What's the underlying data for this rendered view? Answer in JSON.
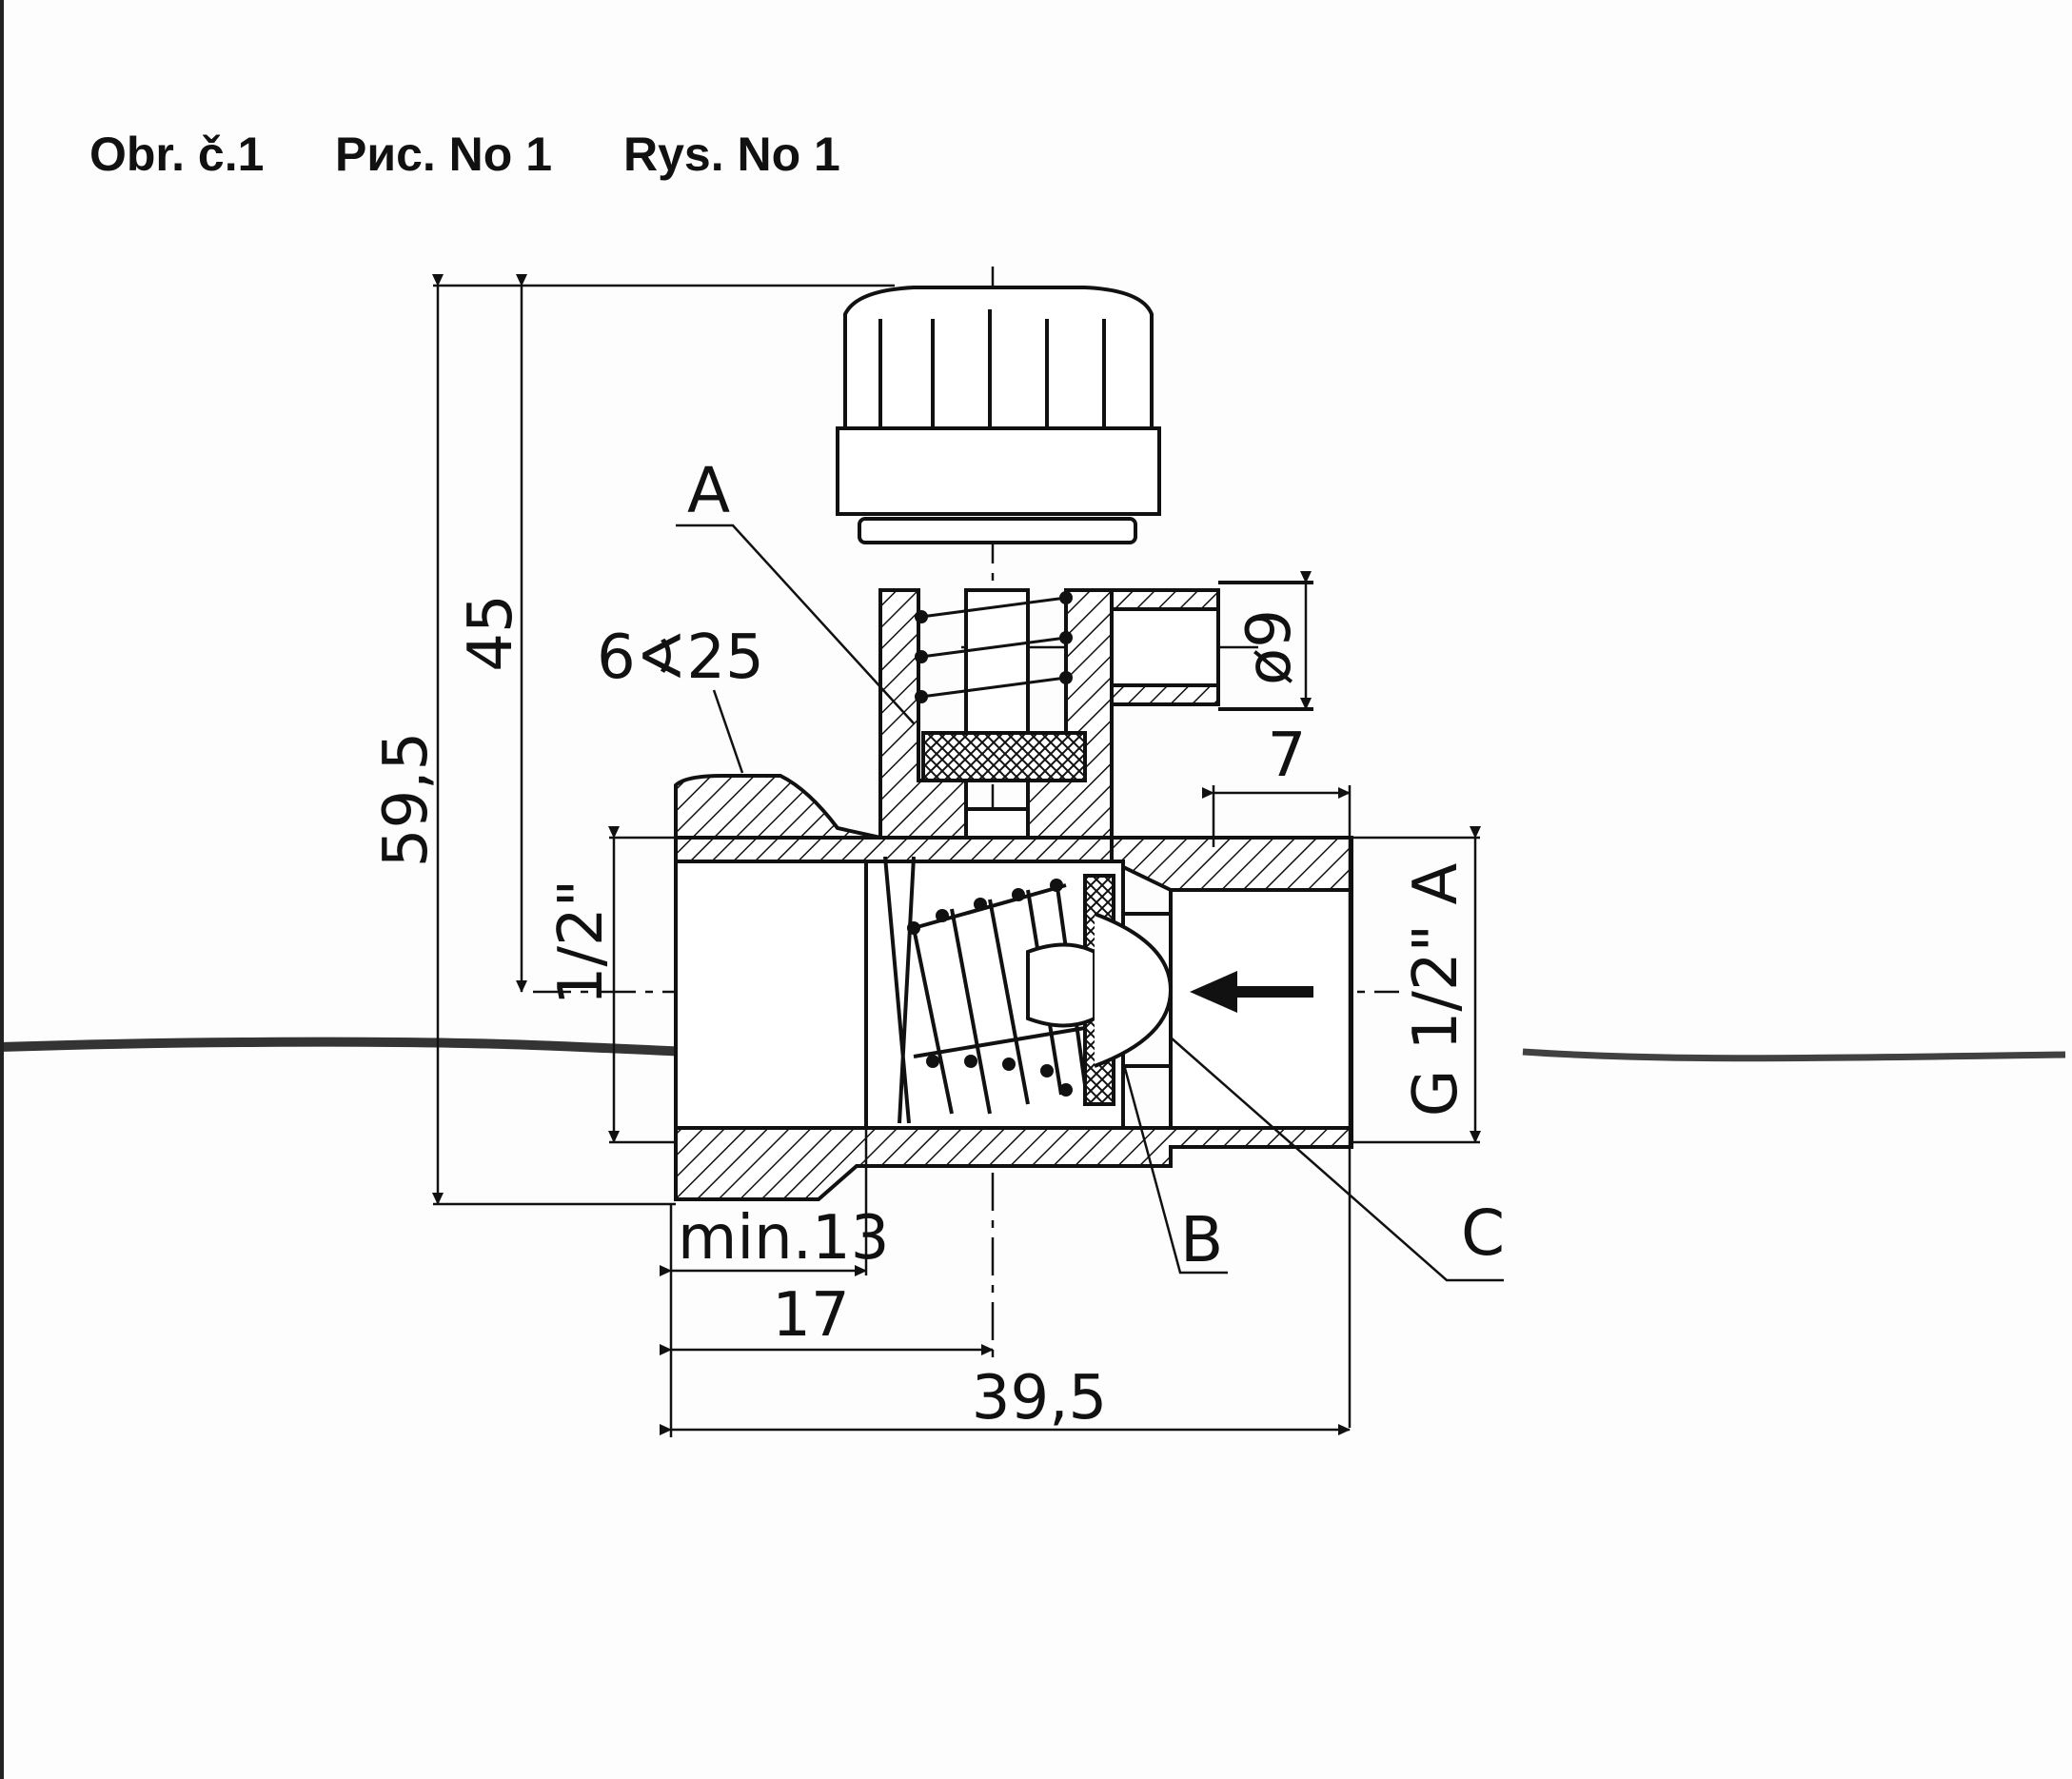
{
  "figure_labels": {
    "cz": "Obr. č.1",
    "ru": "Рис. No 1",
    "pl": "Rys. No 1"
  },
  "dimensions": {
    "total_height": "59,5",
    "axis_height": "45",
    "side_port_diameter": "ø9",
    "side_port_offset": "7",
    "angle_label": "6∢25",
    "inlet_thread": "1/2\"",
    "outlet_thread": "G 1/2\" A",
    "min_depth": "min.13",
    "half_length": "17",
    "overall_length": "39,5"
  },
  "callouts": {
    "a": "A",
    "b": "B",
    "c": "C"
  },
  "colors": {
    "ink": "#111111",
    "paper": "#fdfdfd"
  }
}
